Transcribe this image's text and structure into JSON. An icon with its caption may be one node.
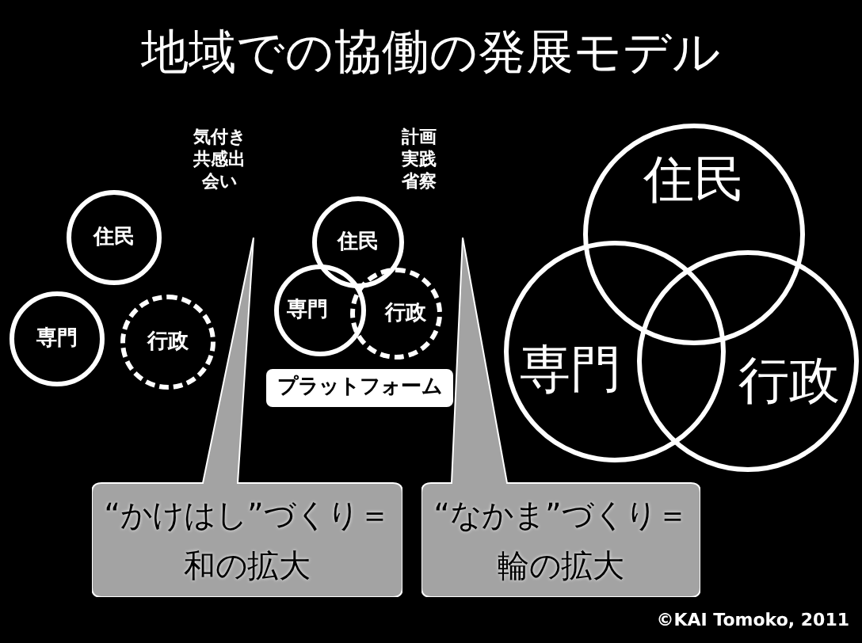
{
  "diagram": {
    "title": "地域での協働の発展モデル",
    "nodes": [
      {
        "text": [
          "住民"
        ]
      },
      {
        "text": [
          "専門"
        ]
      },
      {
        "text": [
          "行政"
        ]
      },
      {
        "text": [
          "住民"
        ]
      },
      {
        "text": [
          "専門"
        ]
      },
      {
        "text": [
          "行政"
        ]
      },
      {
        "text": [
          "プラットフォーム"
        ]
      },
      {
        "text": [
          "住民"
        ]
      },
      {
        "text": [
          "専門"
        ]
      },
      {
        "text": [
          "行政"
        ]
      },
      {
        "text": [
          "“かけはし”づくり＝和の拡大"
        ]
      },
      {
        "text": [
          "“なかま”づくり＝輪の拡大"
        ]
      }
    ],
    "edges": [],
    "labels": [
      "気付き共感出会い",
      "計画実践省察",
      "©KAI Tomoko, 2011"
    ]
  }
}
